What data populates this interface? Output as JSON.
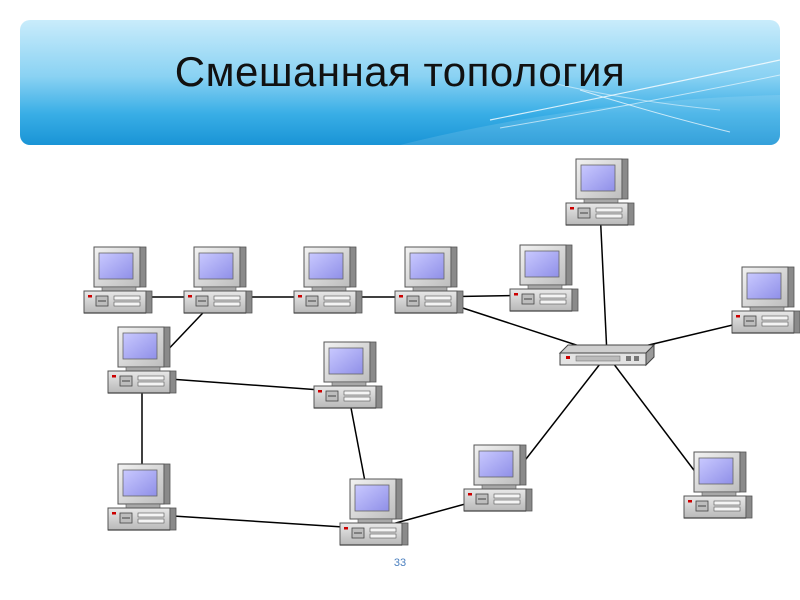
{
  "slide": {
    "title": "Смешанная топология",
    "page_number": "33"
  },
  "colors": {
    "banner_top": "#c9ecfb",
    "banner_bottom": "#1a94d6",
    "screen": "#a6a6f0",
    "case": "#d6d6d6",
    "link": "#000000"
  },
  "diagram": {
    "nodes": [
      {
        "id": "pc-1",
        "kind": "computer"
      },
      {
        "id": "pc-2",
        "kind": "computer"
      },
      {
        "id": "pc-3",
        "kind": "computer"
      },
      {
        "id": "pc-4",
        "kind": "computer"
      },
      {
        "id": "pc-5",
        "kind": "computer"
      },
      {
        "id": "pc-6",
        "kind": "computer"
      },
      {
        "id": "pc-7",
        "kind": "computer"
      },
      {
        "id": "pc-8",
        "kind": "computer"
      },
      {
        "id": "pc-9",
        "kind": "computer"
      },
      {
        "id": "pc-10",
        "kind": "computer"
      },
      {
        "id": "pc-11",
        "kind": "computer"
      },
      {
        "id": "pc-12",
        "kind": "computer"
      },
      {
        "id": "pc-13",
        "kind": "computer"
      },
      {
        "id": "hub",
        "kind": "hub"
      }
    ],
    "links": [
      [
        "pc-1",
        "pc-2"
      ],
      [
        "pc-2",
        "pc-3"
      ],
      [
        "pc-3",
        "pc-4"
      ],
      [
        "pc-4",
        "pc-5"
      ],
      [
        "pc-2",
        "pc-6"
      ],
      [
        "pc-6",
        "pc-7"
      ],
      [
        "pc-6",
        "pc-8"
      ],
      [
        "pc-7",
        "pc-9"
      ],
      [
        "pc-8",
        "pc-9"
      ],
      [
        "pc-9",
        "pc-10"
      ],
      [
        "pc-10",
        "hub"
      ],
      [
        "pc-4",
        "hub"
      ],
      [
        "pc-11",
        "hub"
      ],
      [
        "pc-12",
        "hub"
      ],
      [
        "pc-13",
        "hub"
      ]
    ]
  }
}
